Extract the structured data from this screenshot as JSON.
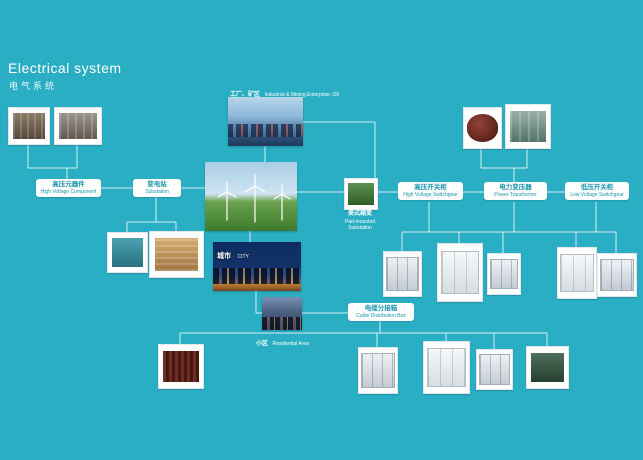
{
  "page": {
    "title": "Electrical system",
    "subtitle": "电气系统"
  },
  "labels": {
    "hv_component": {
      "zh": "高压元器件",
      "en": "High Voltage Component"
    },
    "substation": {
      "zh": "变电站",
      "en": "Substation"
    },
    "hv_switchgear": {
      "zh": "高压开关柜",
      "en": "High Voltage Switchgear"
    },
    "power_transformer": {
      "zh": "电力变压器",
      "en": "Power Transformer"
    },
    "lv_switchgear": {
      "zh": "低压开关柜",
      "en": "Low Voltage Switchgear"
    },
    "cable_box": {
      "zh": "电缆分接箱",
      "en": "Cable Distribution Box"
    }
  },
  "captions": {
    "factory": {
      "zh": "工厂、矿区",
      "en": "Industrial & Mining Enterprise, Oil Field"
    },
    "city": {
      "zh": "城市",
      "en": "CITY"
    },
    "residential": {
      "zh": "小区",
      "en": "Residential Area"
    },
    "pad_mounted": {
      "zh": "美式箱变",
      "en": "Pad-mounted Substation"
    }
  },
  "colors": {
    "background": "#2aaec3",
    "label_text": "#1a96ad",
    "line": "#f2fbfd"
  }
}
